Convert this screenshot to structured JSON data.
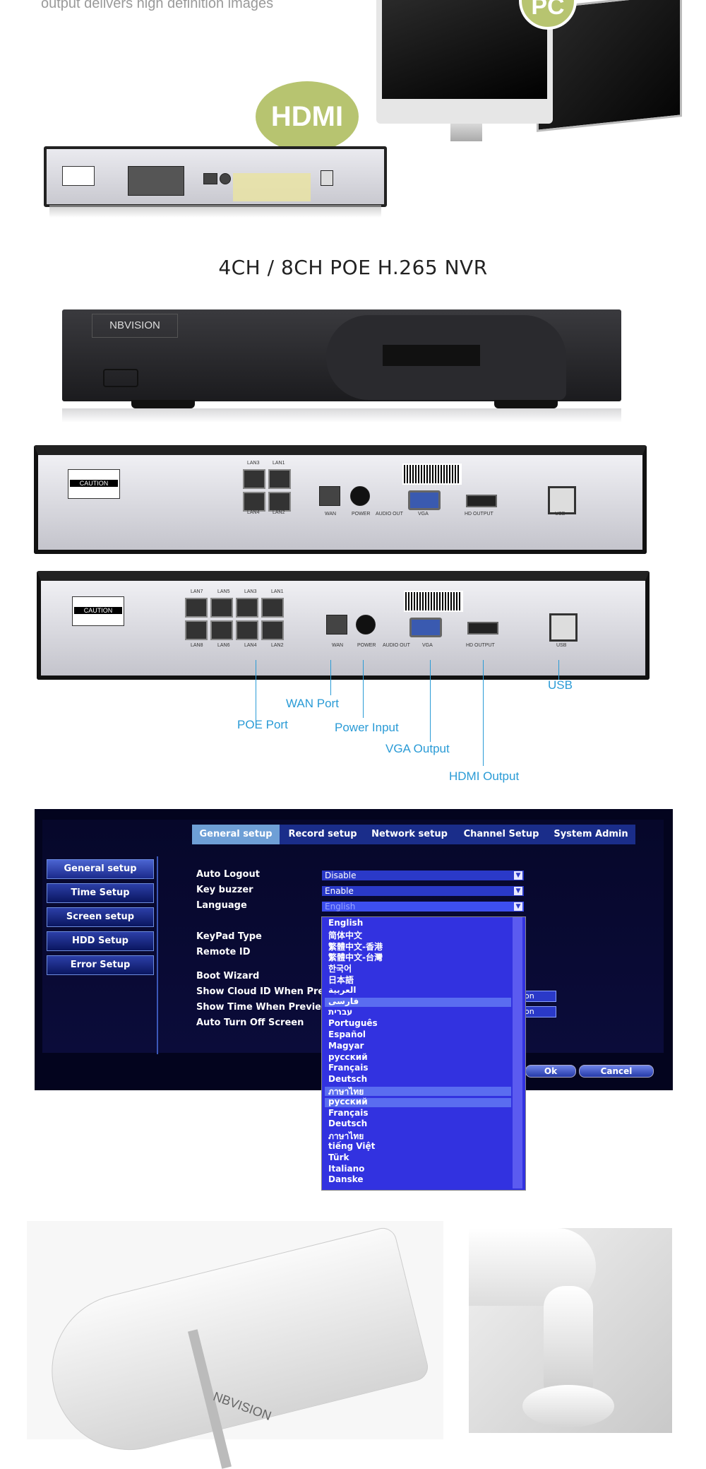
{
  "top_caption": "output delivers high definition images",
  "badges": {
    "pc": "PC",
    "hdmi": "HDMI"
  },
  "title": "4CH / 8CH POE H.265 NVR",
  "brand": "NBVISION",
  "caution": "CAUTION",
  "back4": {
    "lans": [
      "LAN3",
      "LAN1",
      "LAN4",
      "LAN2"
    ],
    "ports": [
      "WAN",
      "POWER",
      "AUDIO OUT",
      "VGA",
      "HD OUTPUT",
      "USB"
    ]
  },
  "back8": {
    "lans_top": [
      "LAN7",
      "LAN5",
      "LAN3",
      "LAN1"
    ],
    "lans_bottom": [
      "LAN8",
      "LAN6",
      "LAN4",
      "LAN2"
    ],
    "ports": [
      "WAN",
      "POWER",
      "AUDIO OUT",
      "VGA",
      "HD OUTPUT",
      "USB"
    ]
  },
  "callouts": {
    "usb": "USB",
    "wan": "WAN Port",
    "poe": "POE Port",
    "power": "Power Input",
    "vga": "VGA Output",
    "hdmi": "HDMI Output"
  },
  "gui": {
    "tabs": [
      "General setup",
      "Record setup",
      "Network setup",
      "Channel Setup",
      "System Admin"
    ],
    "sidebar": [
      "General setup",
      "Time Setup",
      "Screen setup",
      "HDD Setup",
      "Error Setup"
    ],
    "rows": {
      "auto_logout": "Auto Logout",
      "key_buzzer": "Key buzzer",
      "language": "Language",
      "keypad_type": "KeyPad Type",
      "remote_id": "Remote ID",
      "boot_wizard": "Boot Wizard",
      "show_cloud": "Show Cloud ID When Pre",
      "show_time": "Show Time When Previe",
      "auto_turn_off": "Auto Turn Off Screen"
    },
    "values": {
      "auto_logout": "Disable",
      "key_buzzer": "Enable",
      "language": "English",
      "on1": "on",
      "on2": "on"
    },
    "languages": [
      "English",
      "简体中文",
      "繁體中文-香港",
      "繁體中文-台灣",
      "한국어",
      "日本語",
      "العربية",
      "فارسی",
      "עברית",
      "Português",
      "Español",
      "Magyar",
      "русский",
      "Français",
      "Deutsch",
      "ภาษาไทย",
      "русский",
      "Français",
      "Deutsch",
      "ภาษาไทย",
      "tiếng Việt",
      "Türk",
      "Italiano",
      "Danske"
    ],
    "ok": "Ok",
    "cancel": "Cancel"
  },
  "camera_brand": "NBVISION"
}
